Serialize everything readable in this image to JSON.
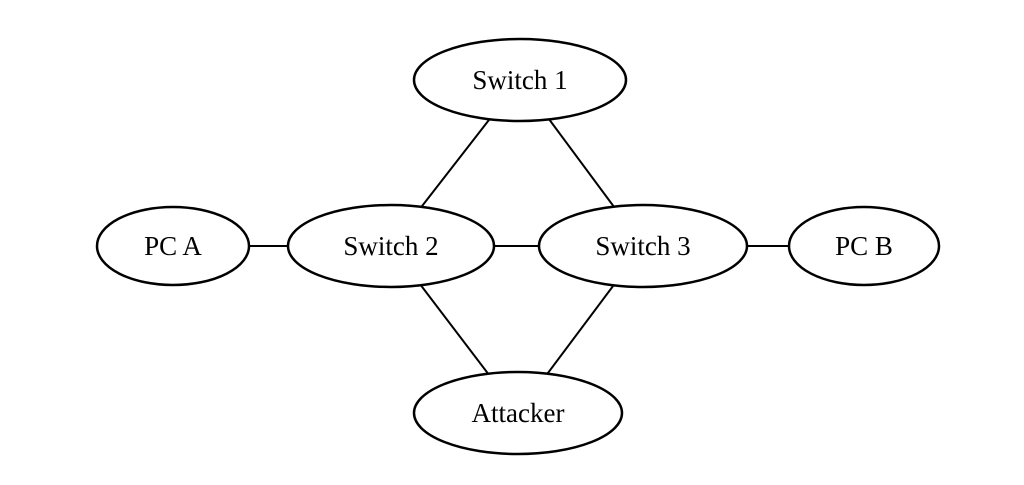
{
  "diagram": {
    "background_color": "#ffffff",
    "stroke_color": "#000000",
    "node_fill_color": "#ffffff",
    "text_color": "#000000",
    "nodes": [
      {
        "id": "switch-1",
        "label": "Switch 1"
      },
      {
        "id": "pc-a",
        "label": "PC A"
      },
      {
        "id": "switch-2",
        "label": "Switch 2"
      },
      {
        "id": "switch-3",
        "label": "Switch 3"
      },
      {
        "id": "pc-b",
        "label": "PC B"
      },
      {
        "id": "attacker",
        "label": "Attacker"
      }
    ],
    "edges": [
      {
        "from": "Switch 1",
        "to": "Switch 2"
      },
      {
        "from": "Switch 1",
        "to": "Switch 3"
      },
      {
        "from": "PC A",
        "to": "Switch 2"
      },
      {
        "from": "Switch 2",
        "to": "Switch 3"
      },
      {
        "from": "Switch 3",
        "to": "PC B"
      },
      {
        "from": "Switch 2",
        "to": "Attacker"
      },
      {
        "from": "Switch 3",
        "to": "Attacker"
      }
    ]
  }
}
